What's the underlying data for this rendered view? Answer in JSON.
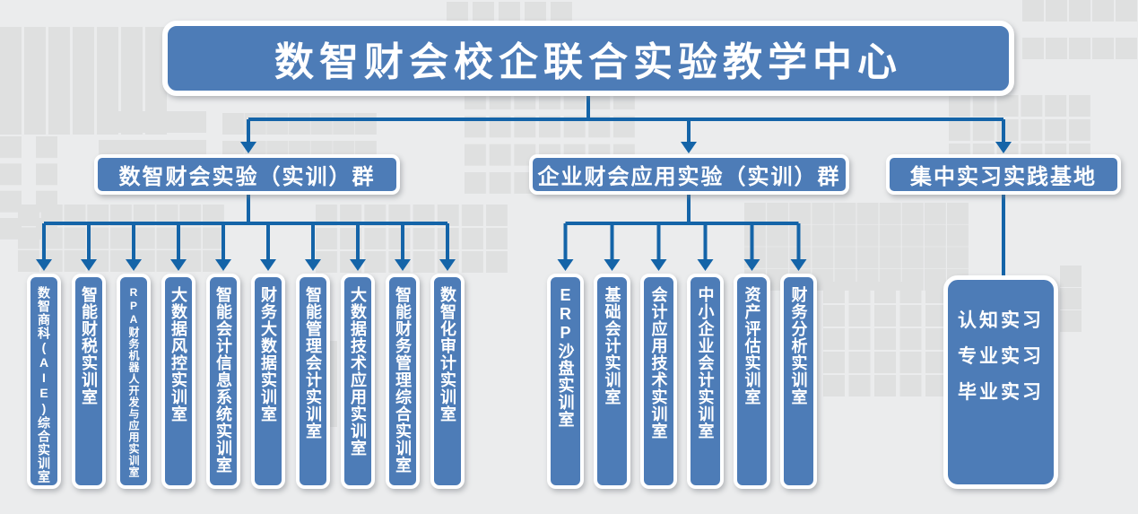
{
  "title": "数智财会校企联合实验教学中心",
  "branches": [
    {
      "label": "数智财会实验（实训）群",
      "rooms": [
        "数智商科(AIE)综合实训室",
        "智能财税实训室",
        "RPA财务机器人开发与应用实训室",
        "大数据风控实训室",
        "智能会计信息系统实训室",
        "财务大数据实训室",
        "智能管理会计实训室",
        "大数据技术应用实训室",
        "智能财务管理综合实训室",
        "数智化审计实训室"
      ]
    },
    {
      "label": "企业财会应用实验（实训）群",
      "rooms": [
        "ERP沙盘实训室",
        "基础会计实训室",
        "会计应用技术实训室",
        "中小企业会计实训室",
        "资产评估实训室",
        "财务分析实训室"
      ]
    },
    {
      "label": "集中实习实践基地",
      "items": [
        "认知实习",
        "专业实习",
        "毕业实习"
      ]
    }
  ],
  "colors": {
    "box_blue": "#4d7cb7",
    "connector_blue": "#1464a8",
    "background": "#ebeced",
    "pattern_square": "#dfe0e0",
    "text": "#ffffff"
  }
}
